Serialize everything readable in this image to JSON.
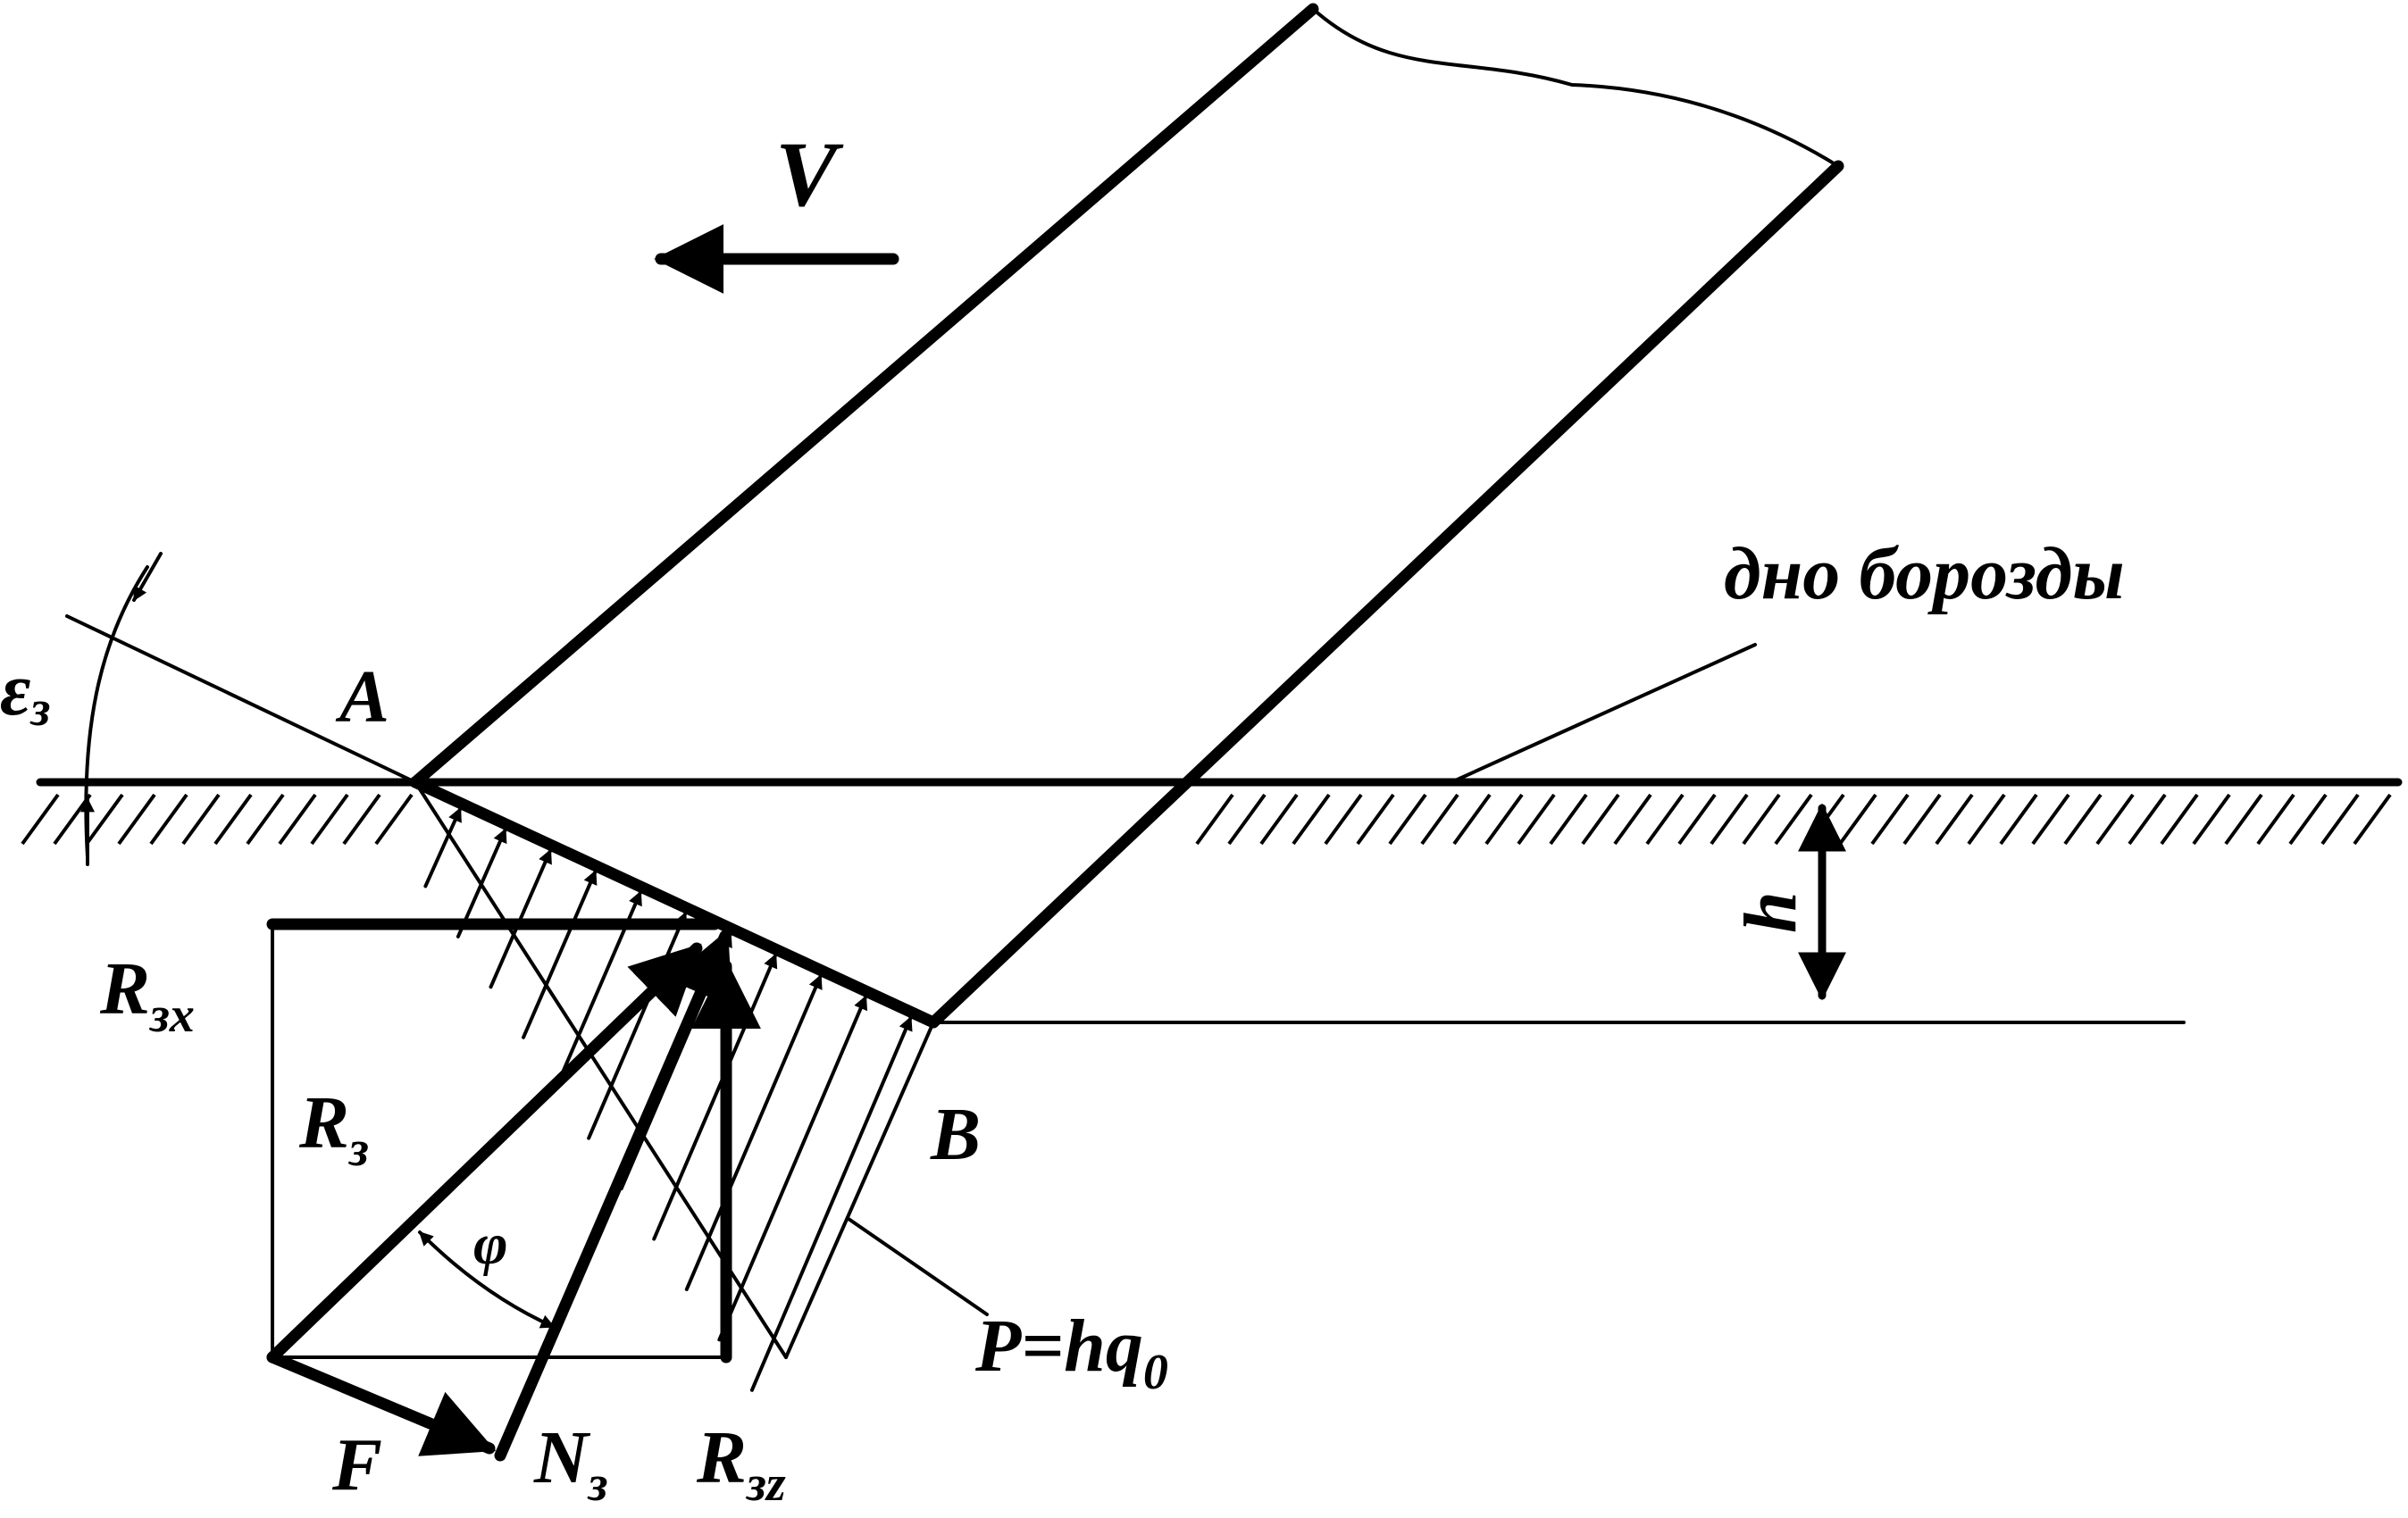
{
  "labels": {
    "velocity": "V",
    "point_a": "A",
    "point_b": "B",
    "furrow_bottom": "дно борозды",
    "depth": "h",
    "angle_epsilon": "ε",
    "angle_epsilon_sub": "з",
    "angle_phi": "φ",
    "r_x": "R",
    "r_x_sub": "зx",
    "r_total": "R",
    "r_total_sub": "з",
    "r_z": "R",
    "r_z_sub": "зz",
    "friction": "F",
    "normal": "N",
    "normal_sub": "з",
    "pressure": "P=hq",
    "pressure_sub": "0"
  },
  "colors": {
    "ink": "#000000",
    "background": "#ffffff"
  }
}
